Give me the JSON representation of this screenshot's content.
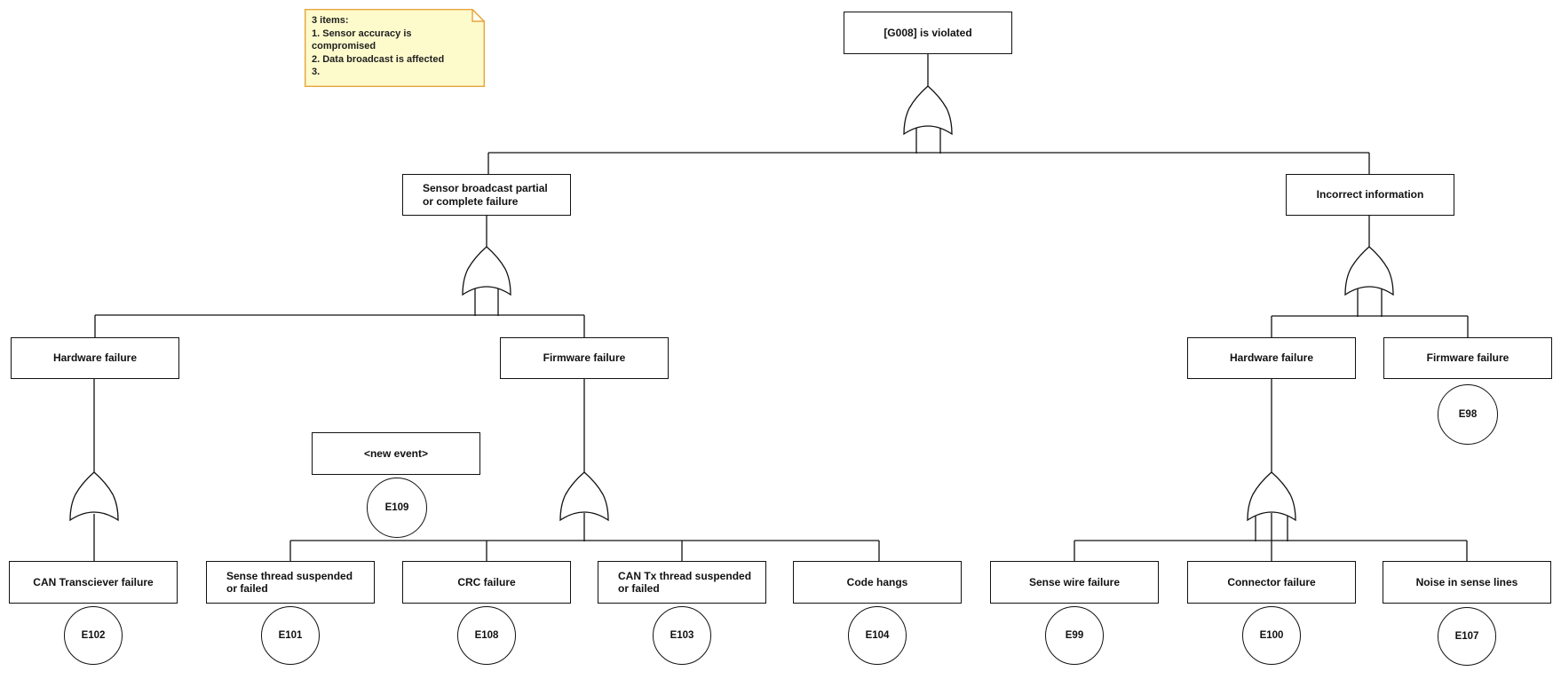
{
  "note": {
    "header": "3 items:",
    "items": [
      "1. Sensor accuracy is compromised",
      "2. Data broadcast is affected",
      "3."
    ]
  },
  "nodes": {
    "g008": "[G008] is violated",
    "sensor_broadcast": "Sensor broadcast partial or complete failure",
    "incorrect_info": "Incorrect information",
    "hw_left": "Hardware failure",
    "fw_left": "Firmware failure",
    "hw_right": "Hardware failure",
    "fw_right": "Firmware failure",
    "new_event": "<new event>",
    "can_transceiver": "CAN Transciever failure",
    "sense_thread": "Sense thread suspended or failed",
    "crc": "CRC failure",
    "can_tx": "CAN Tx thread suspended or failed",
    "code_hangs": "Code hangs",
    "sense_wire": "Sense wire failure",
    "connector": "Connector failure",
    "noise": "Noise in sense lines"
  },
  "events": {
    "e98": "E98",
    "e99": "E99",
    "e100": "E100",
    "e101": "E101",
    "e102": "E102",
    "e103": "E103",
    "e104": "E104",
    "e107": "E107",
    "e108": "E108",
    "e109": "E109"
  },
  "colors": {
    "line": "#111111",
    "note_bg": "#fdfbcc",
    "note_border": "#e8a33d",
    "note_fold": "#fffdf0",
    "note_text": "#1f1f1f"
  }
}
